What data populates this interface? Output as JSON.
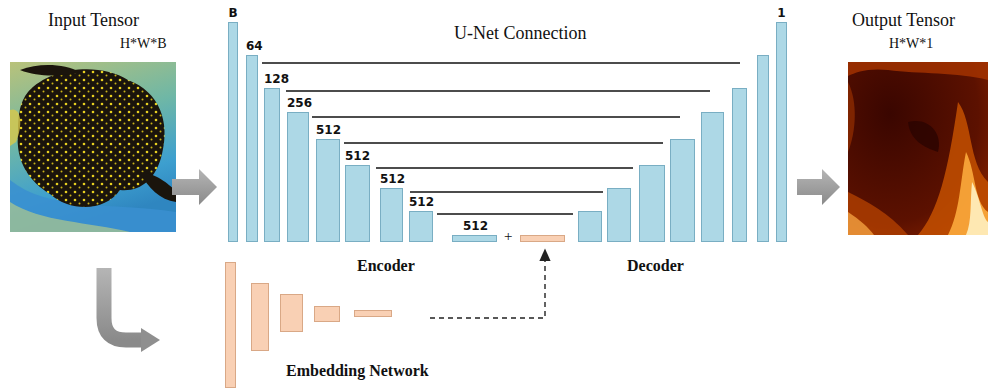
{
  "diagram": {
    "nodes": [
      {
        "text": [
          "B"
        ]
      },
      {
        "text": [
          "64"
        ]
      },
      {
        "text": [
          "128"
        ]
      },
      {
        "text": [
          "256"
        ]
      },
      {
        "text": [
          "512"
        ]
      },
      {
        "text": [
          "512"
        ]
      },
      {
        "text": [
          "512"
        ]
      },
      {
        "text": [
          "512"
        ]
      },
      {
        "text": [
          "512"
        ]
      },
      {
        "text": [
          "1"
        ]
      }
    ],
    "labels": [
      "Input Tensor",
      "H*W*B",
      "U-Net Connection",
      "+",
      "Encoder",
      "Decoder",
      "Embedding Network",
      "Output Tensor",
      "H*W*1"
    ]
  }
}
